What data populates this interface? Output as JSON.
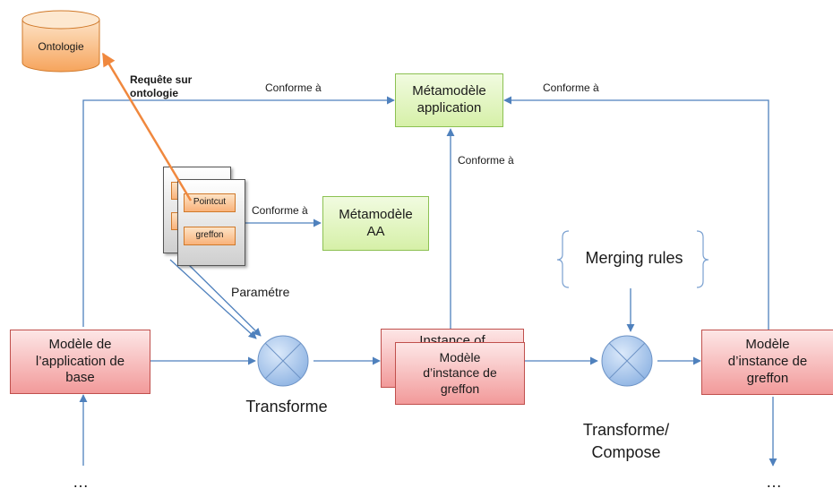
{
  "nodes": {
    "ontologie": "Ontologie",
    "metamodele_application": "Métamodèle\napplication",
    "metamodele_aa": "Métamodèle\nAA",
    "pointcut": "Pointcut",
    "greffon": "greffon",
    "merging_rules": "Merging rules",
    "modele_base": "Modèle de\nl’application de\nbase",
    "modele_instance_back": "Instance of",
    "modele_instance_front": "Modèle\nd’instance de\ngreffon",
    "modele_instance_right": "Modèle\nd’instance de\ngreffon"
  },
  "edges": {
    "requete": "Requête sur\nontologie",
    "conforme_left": "Conforme à",
    "conforme_right": "Conforme à",
    "conforme_mid": "Conforme à",
    "conforme_aa": "Conforme à",
    "parametre": "Paramétre"
  },
  "operators": {
    "transform1": "Transforme",
    "transform2": "Transforme/\nCompose"
  },
  "ellipsis": {
    "left": "…",
    "right": "…"
  },
  "colors": {
    "arrow": "#4f81bd",
    "query_arrow": "#f0883e",
    "operator_fill": "#9ec2ec"
  }
}
